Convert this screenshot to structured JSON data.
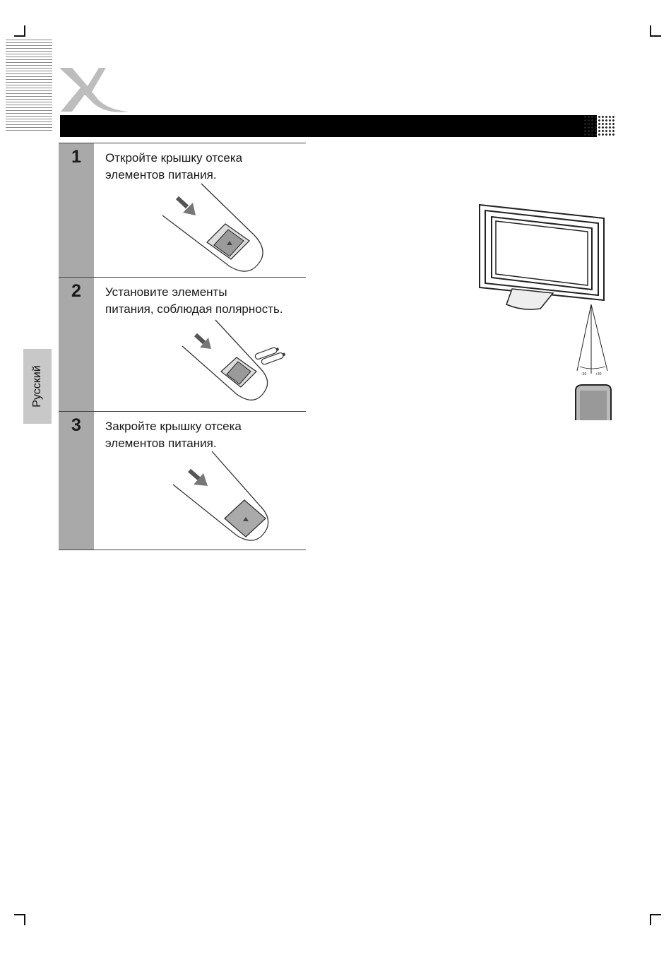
{
  "sidebar": {
    "language_tab": "Русский"
  },
  "steps": [
    {
      "number": "1",
      "text": "Откройте крышку отсека\nэлементов питания."
    },
    {
      "number": "2",
      "text": "Установите элементы\nпитания, соблюдая полярность."
    },
    {
      "number": "3",
      "text": "Закройте крышку отсека\nэлементов питания."
    }
  ],
  "diagram": {
    "angle_left": "-30",
    "angle_right": "+30"
  },
  "icons": [
    "brand-x-logo",
    "tv-icon",
    "remote-control-icon",
    "battery-icon",
    "arrow-icon"
  ],
  "colors": {
    "header_bar": "#000000",
    "step_bar": "#a9a9a9",
    "language_tab": "#c8c8c8"
  }
}
